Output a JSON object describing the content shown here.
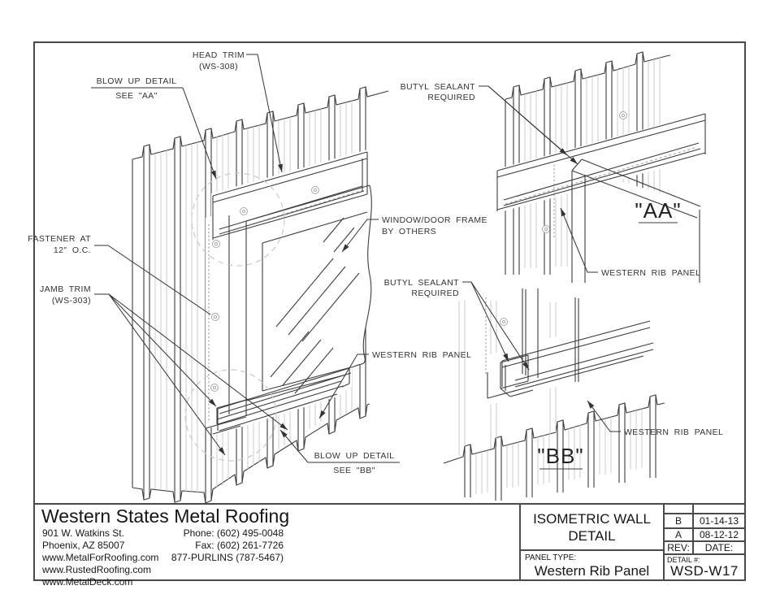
{
  "drawing": {
    "labels": {
      "head_trim": "HEAD TRIM",
      "head_trim_part": "(WS-308)",
      "blowup_aa_1": "BLOW UP DETAIL",
      "blowup_aa_2": "SEE \"AA\"",
      "fastener_1": "FASTENER AT",
      "fastener_2": "12\" O.C.",
      "jamb_trim": "JAMB TRIM",
      "jamb_trim_part": "(WS-303)",
      "window_frame_1": "WINDOW/DOOR FRAME",
      "window_frame_2": "BY OTHERS",
      "western_rib_main": "WESTERN RIB PANEL",
      "blowup_bb_1": "BLOW UP DETAIL",
      "blowup_bb_2": "SEE \"BB\"",
      "butyl_aa_1": "BUTYL SEALANT",
      "butyl_aa_2": "REQUIRED",
      "detail_aa": "\"AA\"",
      "western_rib_aa": "WESTERN RIB PANEL",
      "butyl_bb_1": "BUTYL SEALANT",
      "butyl_bb_2": "REQUIRED",
      "detail_bb": "\"BB\"",
      "western_rib_bb": "WESTERN RIB PANEL"
    }
  },
  "footer": {
    "company": {
      "name": "Western States Metal Roofing",
      "address1": "901 W. Watkins St.",
      "address2": "Phoenix, AZ 85007",
      "web1": "www.MetalForRoofing.com",
      "web2": "www.RustedRoofing.com",
      "web3": "www.MetalDeck.com",
      "phone": "Phone: (602) 495-0048",
      "fax": "Fax: (602) 261-7726",
      "tollfree": "877-PURLINS (787-5467)"
    },
    "title_block": {
      "title1": "ISOMETRIC WALL",
      "title2": "DETAIL",
      "panel_type_label": "PANEL TYPE:",
      "panel_type": "Western Rib Panel",
      "rev_label": "REV:",
      "date_label": "DATE:",
      "revisions": [
        {
          "rev": "B",
          "date": "01-14-13"
        },
        {
          "rev": "A",
          "date": "08-12-12"
        }
      ],
      "detail_label": "DETAIL #:",
      "detail_number": "WSD-W17"
    }
  }
}
